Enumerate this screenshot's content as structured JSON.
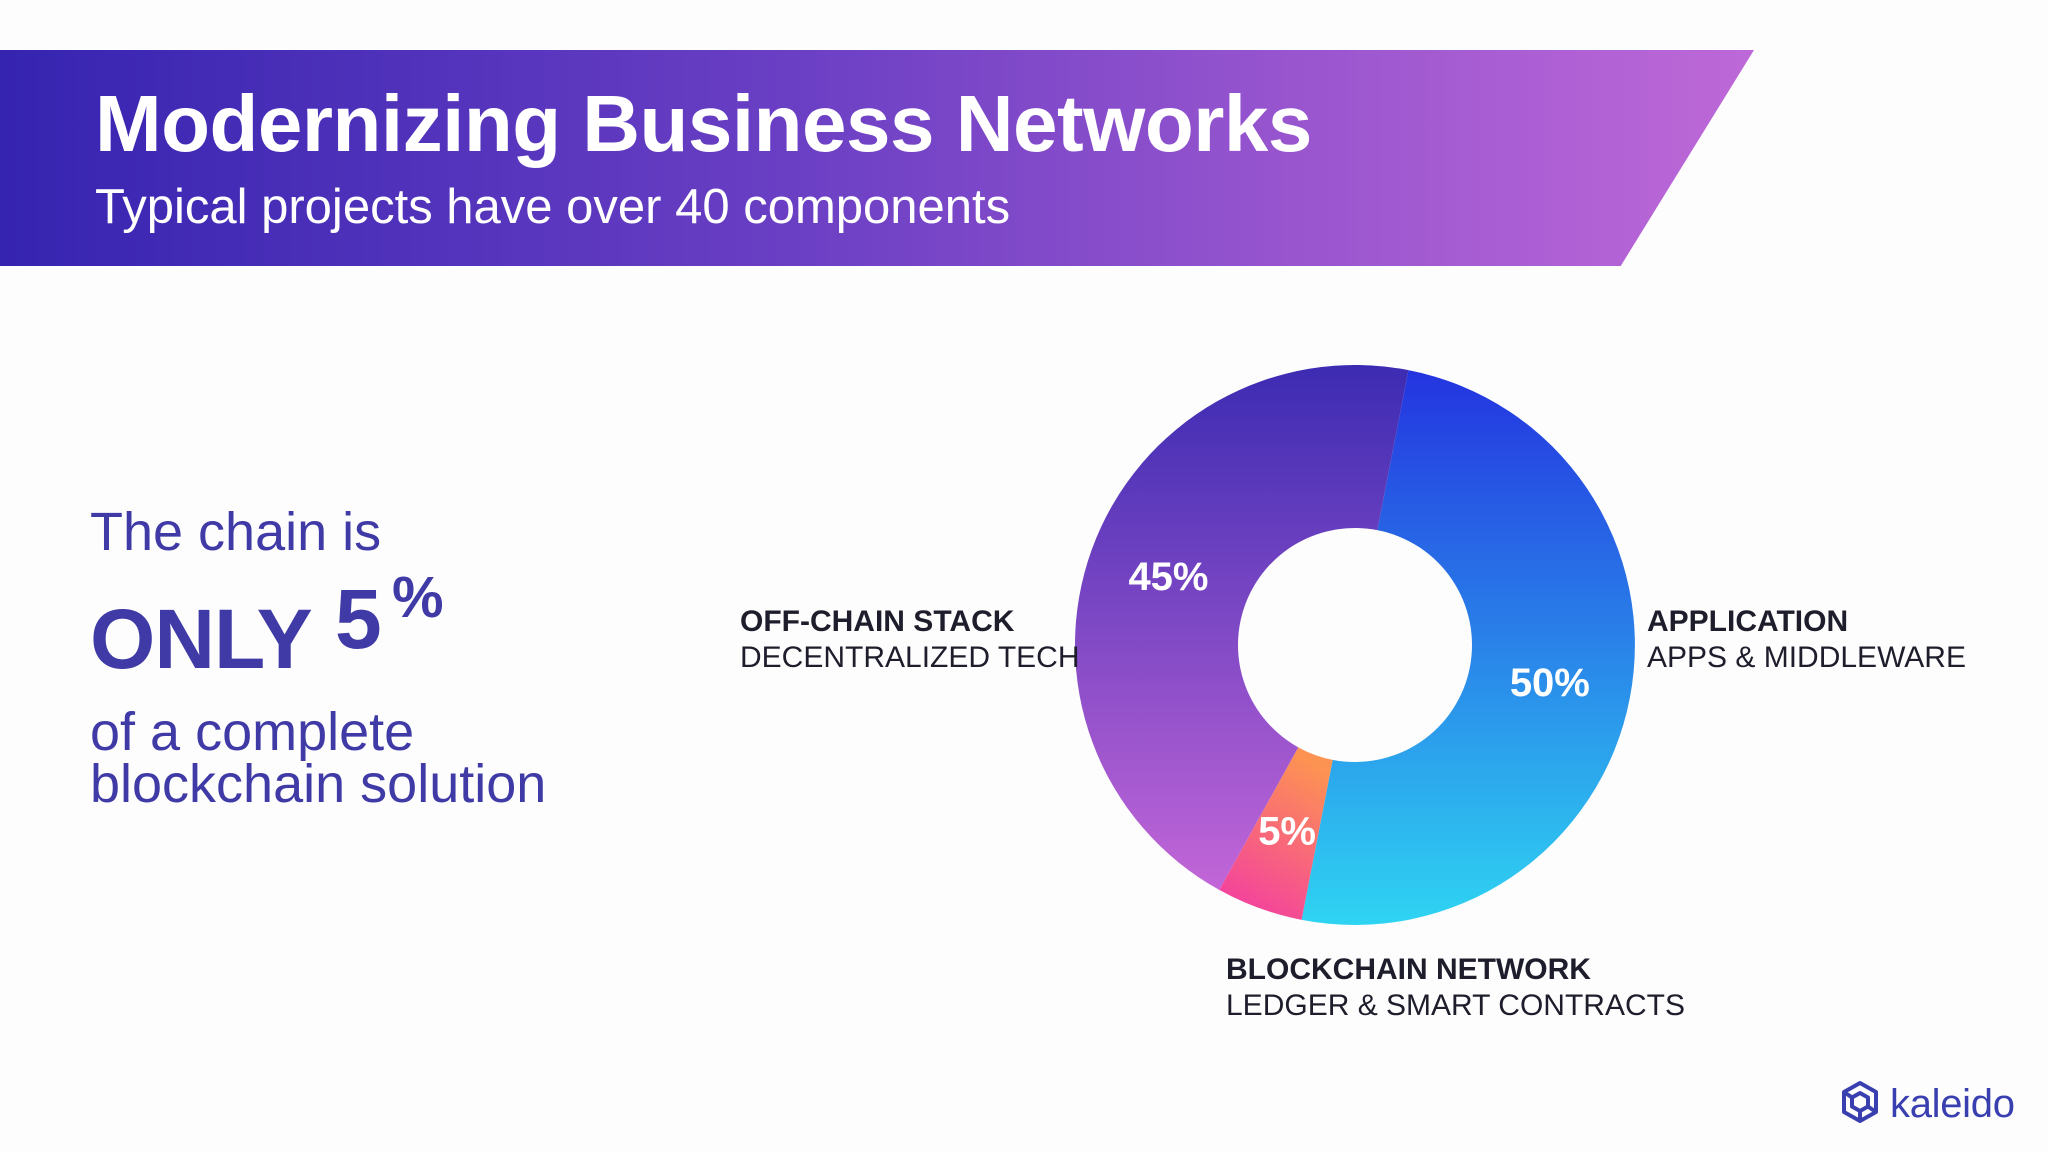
{
  "header": {
    "title": "Modernizing Business Networks",
    "subtitle": "Typical projects have over 40 components"
  },
  "callout_text": {
    "lead": "The chain is",
    "emphasis_word": "ONLY",
    "emphasis_number": "5",
    "emphasis_unit": "%",
    "tail_line1": "of a complete",
    "tail_line2": "blockchain solution"
  },
  "chart_data": {
    "type": "pie",
    "title": "",
    "categories": [
      "APPLICATION",
      "BLOCKCHAIN NETWORK",
      "OFF-CHAIN STACK"
    ],
    "subtitles": [
      "APPS & MIDDLEWARE",
      "LEDGER & SMART CONTRACTS",
      "DECENTRALIZED TECH"
    ],
    "values": [
      50,
      5,
      45
    ],
    "value_labels": [
      "50%",
      "5%",
      "45%"
    ],
    "colors": [
      [
        "#2434e0",
        "#2fd4f2"
      ],
      [
        "#fd9352",
        "#f33da2"
      ],
      [
        "#3c2bb2",
        "#c266d8"
      ]
    ],
    "donut": true,
    "start_angle_deg": 11
  },
  "brand": {
    "name": "kaleido",
    "color": "#3a3fb0",
    "icon": "kaleido-logo-icon"
  }
}
